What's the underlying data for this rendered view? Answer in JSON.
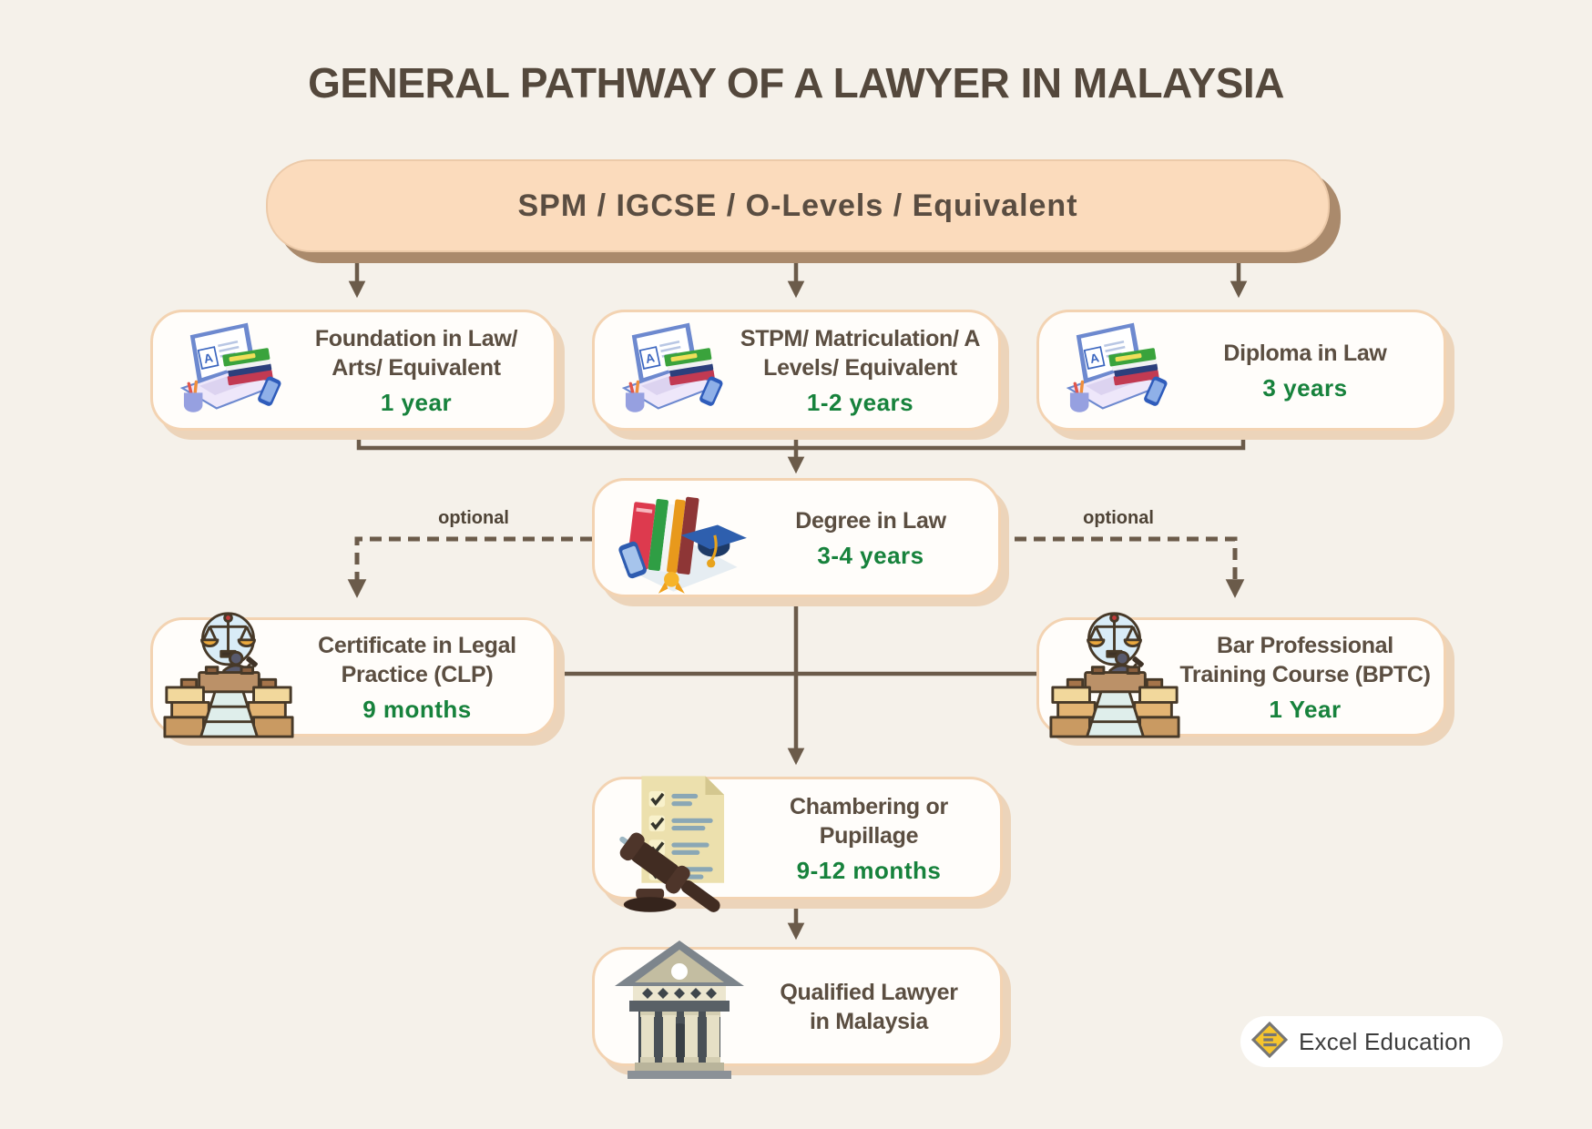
{
  "title": "GENERAL PATHWAY OF A LAWYER IN MALAYSIA",
  "root": {
    "label": "SPM / IGCSE / O-Levels / Equivalent"
  },
  "labels": {
    "optional_left": "optional",
    "optional_right": "optional"
  },
  "nodes": {
    "foundation": {
      "title": [
        "Foundation in Law/",
        "Arts/ Equivalent"
      ],
      "duration": "1 year"
    },
    "stpm": {
      "title": [
        "STPM/ Matriculation/ A",
        "Levels/ Equivalent"
      ],
      "duration": "1-2 years"
    },
    "diploma": {
      "title": [
        "Diploma in Law"
      ],
      "duration": "3 years"
    },
    "degree": {
      "title": [
        "Degree in Law"
      ],
      "duration": "3-4 years"
    },
    "clp": {
      "title": [
        "Certificate in Legal",
        "Practice (CLP)"
      ],
      "duration": "9 months"
    },
    "bptc": {
      "title": [
        "Bar Professional",
        "Training Course (BPTC)"
      ],
      "duration": "1 Year"
    },
    "chambering": {
      "title": [
        "Chambering or",
        "Pupillage"
      ],
      "duration": "9-12 months"
    },
    "qualified": {
      "title": [
        "Qualified Lawyer",
        "in Malaysia"
      ]
    }
  },
  "icons": {
    "laptop_letter": "A",
    "education_node": "laptop-books-icon",
    "degree_node": "law-books-grad-cap-icon",
    "clp_bptc_node": "courtroom-scales-icon",
    "chambering_node": "gavel-checklist-icon",
    "qualified_node": "courthouse-icon",
    "brand": "diamond-e-icon"
  },
  "brand": {
    "name": "Excel Education"
  },
  "colors": {
    "background": "#f5f1ea",
    "pill_fill": "#fbdbbc",
    "pill_shadow": "#aa8a6c",
    "box_border": "#f3d3b2",
    "box_shadow": "#ecd4ba",
    "heading_brown": "#54483c",
    "text_brown": "#5b4e41",
    "duration_green": "#17823c",
    "line_brown": "#6b5b4a",
    "logo_yellow": "#f6c52e"
  }
}
